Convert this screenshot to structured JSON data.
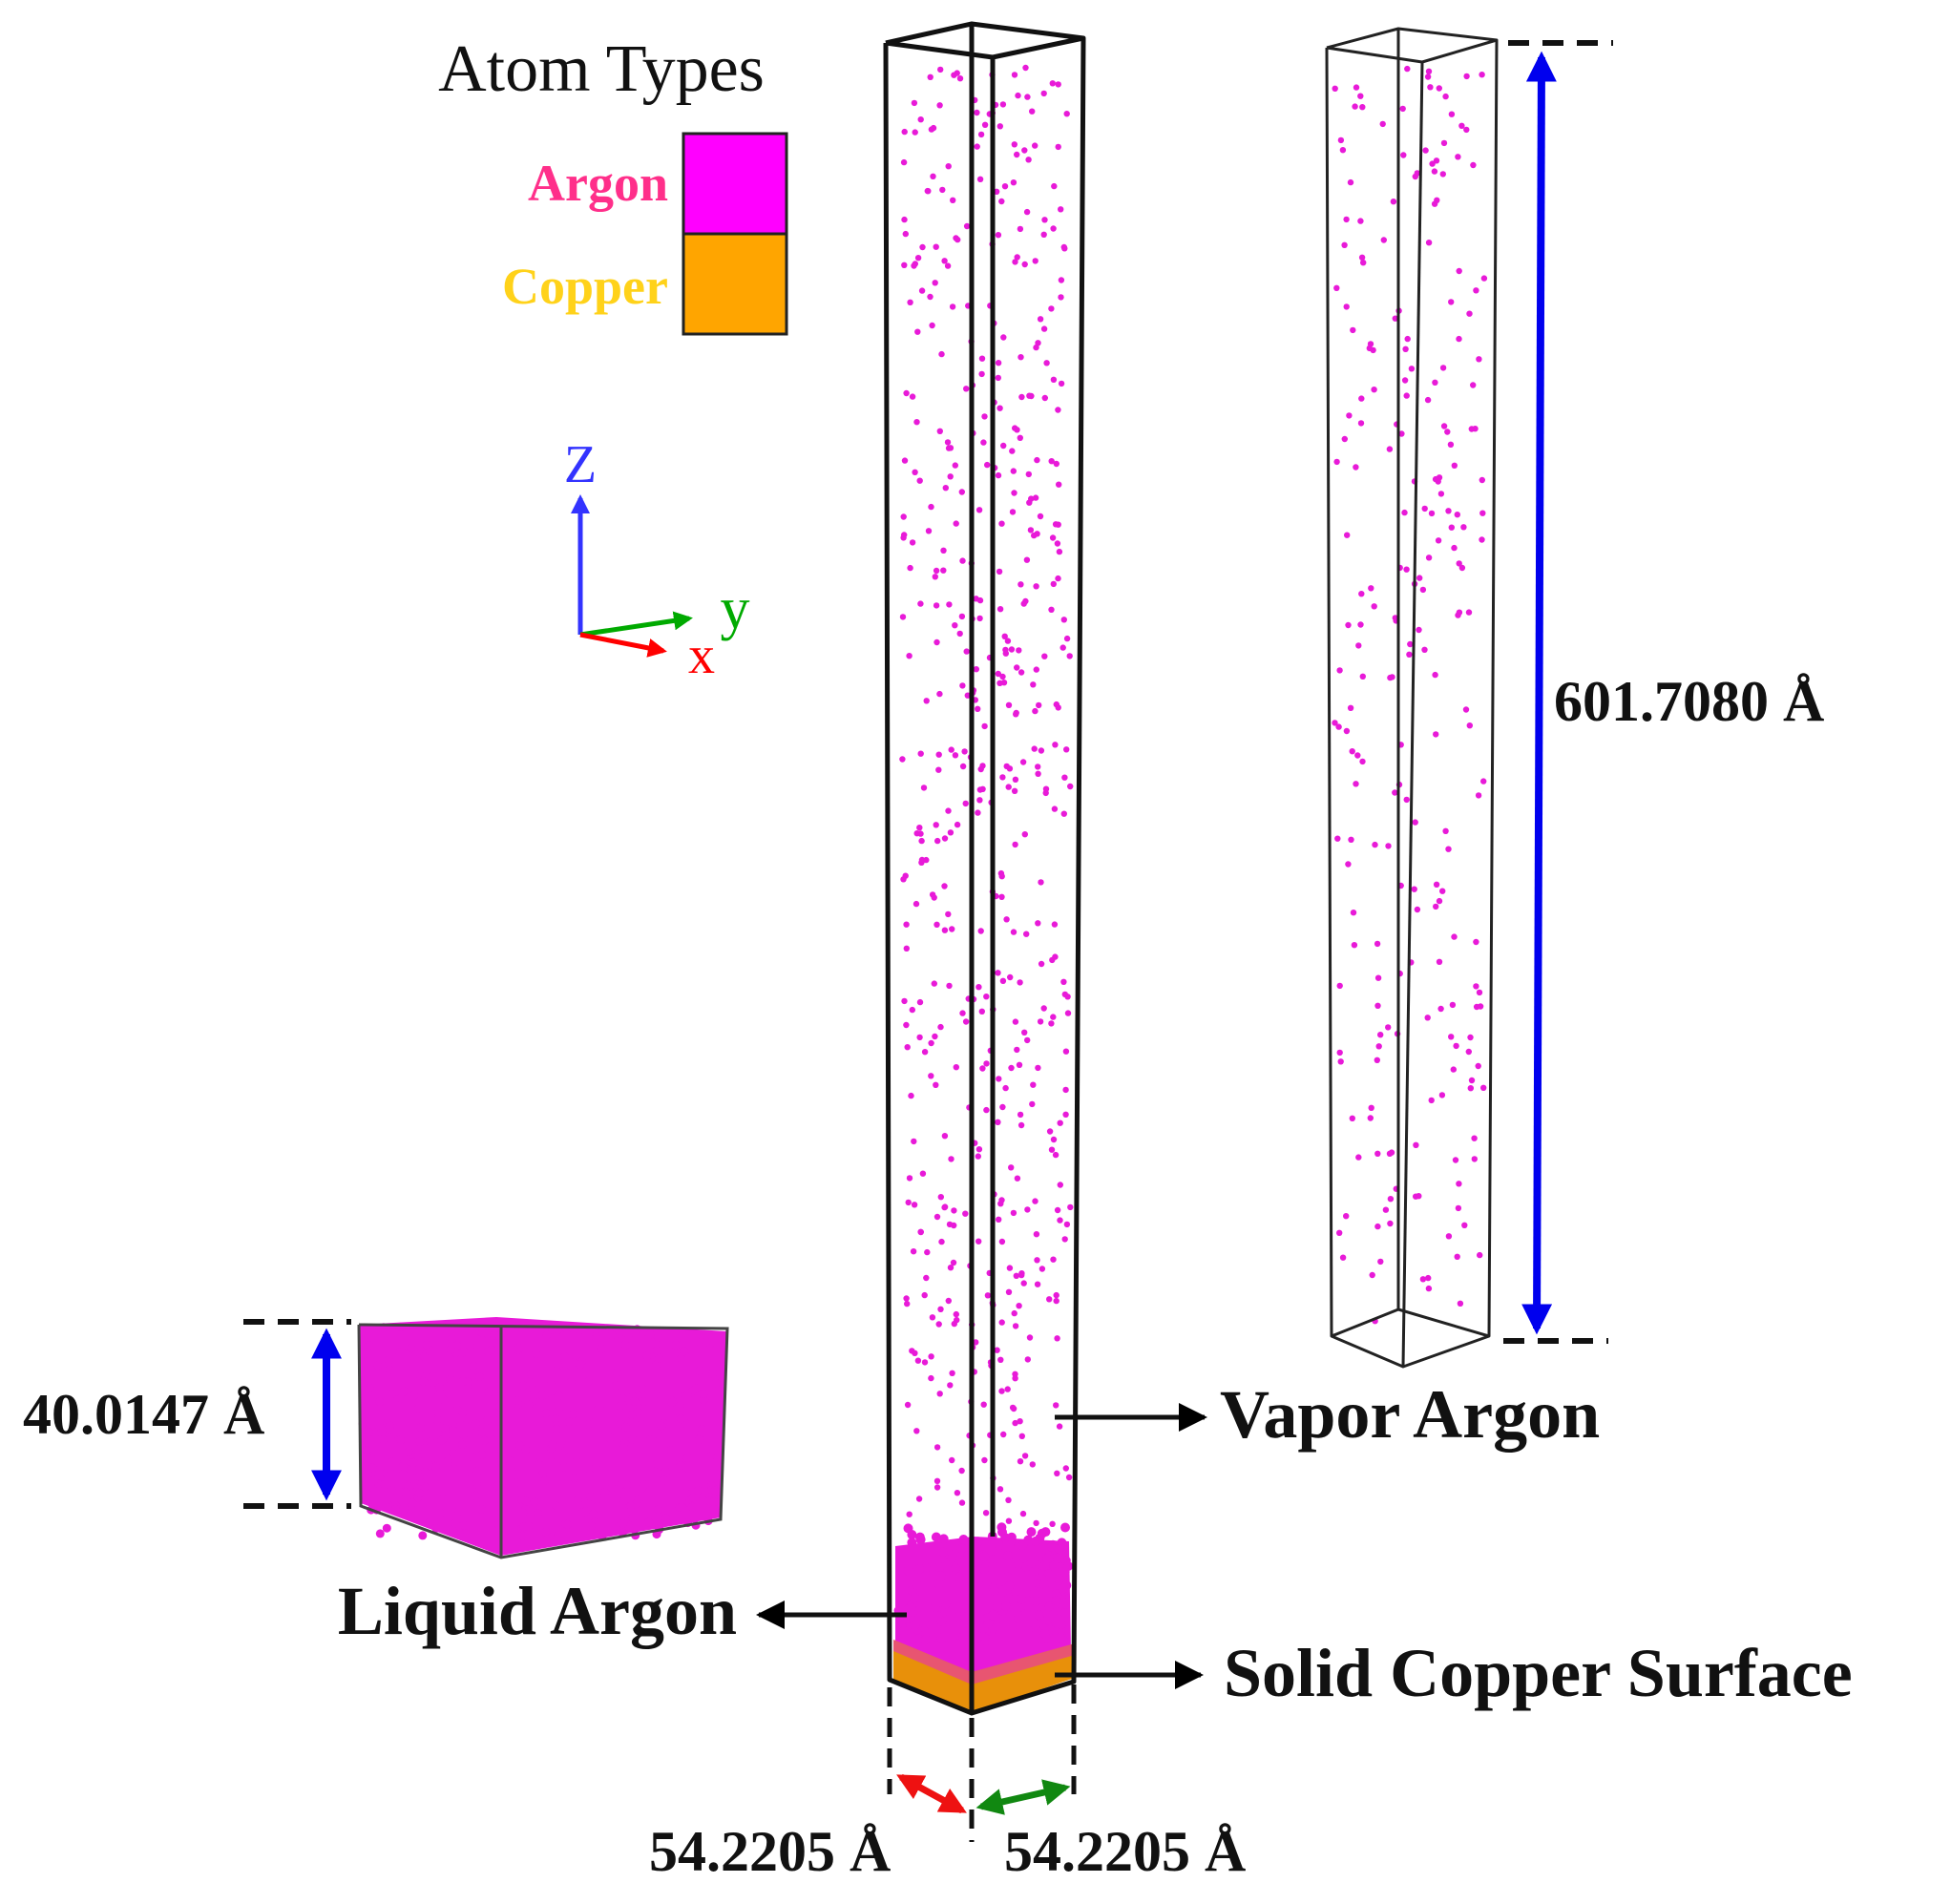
{
  "legend": {
    "title": "Atom Types",
    "items": [
      {
        "label": "Argon",
        "color": "#ff00ff",
        "text_color": "#ff2f8a"
      },
      {
        "label": "Copper",
        "color": "#ffa500",
        "text_color": "#ffd21a"
      }
    ]
  },
  "axes": {
    "z": {
      "label": "Z",
      "color": "#3333ff"
    },
    "y": {
      "label": "y",
      "color": "#00aa00"
    },
    "x": {
      "label": "x",
      "color": "#ff0000"
    }
  },
  "labels": {
    "vapor": "Vapor Argon",
    "liquid": "Liquid Argon",
    "solid": "Solid Copper Surface"
  },
  "dimensions": {
    "height_full": "601.7080 Å",
    "height_liquid": "40.0147 Å",
    "width_x": "54.2205 Å",
    "width_y": "54.2205 Å"
  },
  "colors": {
    "argon_atom": "#e81ad8",
    "copper_layer": "#e8900a",
    "frame": "#000000",
    "dim_blue": "#0000ee",
    "dim_red": "#ee1111",
    "dim_green": "#118811"
  }
}
